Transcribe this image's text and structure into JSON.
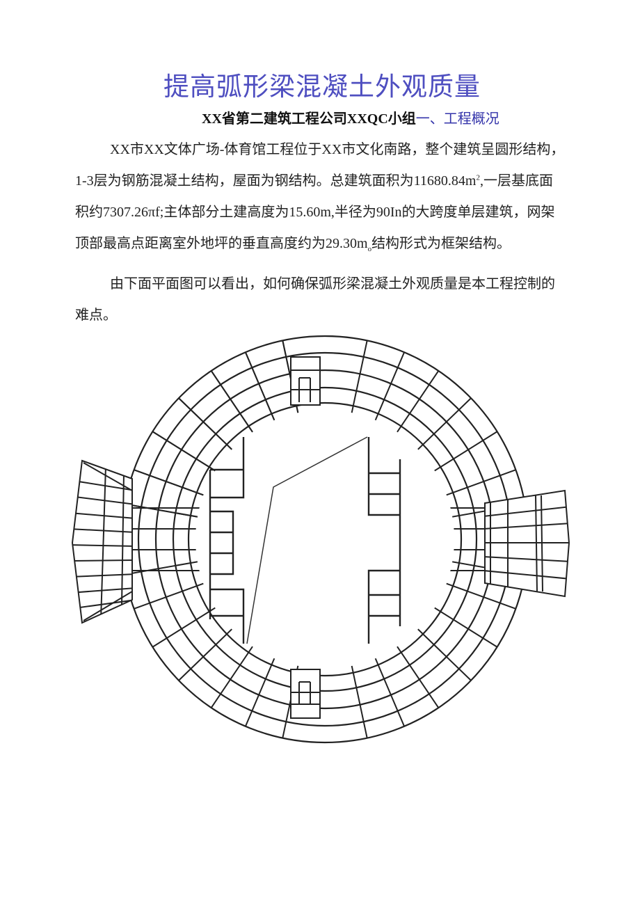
{
  "document": {
    "title": "提高弧形梁混凝土外观质量",
    "subtitle": {
      "organization": "XX省第二建筑工程公司XXQC小组",
      "section_heading": "一、工程概况"
    },
    "paragraphs": [
      {
        "lines": [
          "XX市XX文体广场-体育馆工程位于XX市文化南路，整个建筑呈圆形结构，",
          "1-3层为钢筋混凝土结构，屋面为钢结构。总建筑面积为11680.84m",
          "积约7307.26πf;主体部分土建高度为15.60m,半径为90In的大跨度单层建筑，网架",
          "顶部最高点距离室外地坪的垂直高度约为29.30m",
          "结构形式为框架结构。"
        ],
        "line2_superscript": "2",
        "line2_tail": ",一层基底面",
        "line4_subscript": "o"
      },
      {
        "lines": [
          "由下面平面图可以看出，如何确保弧形梁混凝土外观质量是本工程控制的",
          "难点。"
        ]
      }
    ],
    "figure": {
      "description": "体育馆圆形平面图（弧形梁布置）",
      "stroke_color": "#222222"
    }
  },
  "colors": {
    "title": "#4e4ec0",
    "section_heading": "#3333aa",
    "body_text": "#222222"
  }
}
